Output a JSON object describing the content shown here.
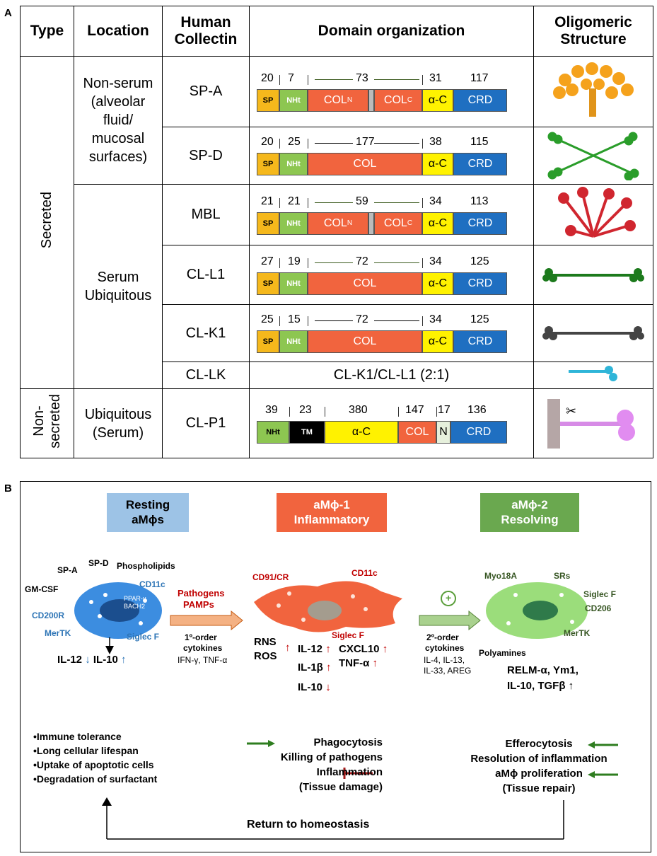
{
  "panel_a": {
    "label": "A"
  },
  "panel_b": {
    "label": "B"
  },
  "table": {
    "headers": {
      "type": "Type",
      "location": "Location",
      "human_collectin": "Human\nCollectin",
      "domain": "Domain organization",
      "oligomeric": "Oligomeric\nStructure"
    },
    "types": {
      "secreted": "Secreted",
      "non_secreted": "Non-\nsecreted"
    },
    "locations": {
      "non_serum": "Non-serum\n(alveolar\nfluid/\nmucosal\nsurfaces)",
      "serum_ubiquitous": "Serum\nUbiquitous",
      "ubiquitous_serum": "Ubiquitous\n(Serum)"
    },
    "rows": [
      {
        "name": "SP-A",
        "nums": [
          "20",
          "7",
          "73",
          "31",
          "117"
        ],
        "arrow": "green"
      },
      {
        "name": "SP-D",
        "nums": [
          "20",
          "25",
          "177",
          "38",
          "115"
        ],
        "arrow": "black"
      },
      {
        "name": "MBL",
        "nums": [
          "21",
          "21",
          "59",
          "34",
          "113"
        ],
        "arrow": "green"
      },
      {
        "name": "CL-L1",
        "nums": [
          "27",
          "19",
          "72",
          "34",
          "125"
        ],
        "arrow": "green"
      },
      {
        "name": "CL-K1",
        "nums": [
          "25",
          "15",
          "72",
          "34",
          "125"
        ],
        "arrow": "black"
      },
      {
        "name": "CL-LK",
        "text": "CL-K1/CL-L1 (2:1)"
      },
      {
        "name": "CL-P1",
        "nums": [
          "39",
          "23",
          "380",
          "147",
          "17",
          "136"
        ]
      }
    ],
    "domain_labels": {
      "sp": "SP",
      "nht": "NHt",
      "col": "COL",
      "col_n": "COLN",
      "col_c": "COLC",
      "alpha_c": "α-C",
      "crd": "CRD",
      "tm": "TM",
      "n": "N"
    }
  },
  "states": {
    "resting": {
      "line1": "Resting",
      "line2": "aMϕs"
    },
    "amphi1": {
      "line1": "aMϕ-1",
      "line2": "Inflammatory"
    },
    "amphi2": {
      "line1": "aMϕ-2",
      "line2": "Resolving"
    }
  },
  "resting_cell": {
    "sp_a": "SP-A",
    "sp_d": "SP-D",
    "phospholipids": "Phospholipids",
    "gm_csf": "GM-CSF",
    "cd11c": "CD11c",
    "cd200r": "CD200R",
    "mertk": "MerTK",
    "siglec_f": "Siglec F",
    "ppar": "PPAR-γ",
    "bach2": "BACH2",
    "il12": "IL-12",
    "il12_arrow": "↓",
    "il10": "IL-10",
    "il10_arrow": "↑"
  },
  "transition1": {
    "pathogens": "Pathogens",
    "pamps": "PAMPs",
    "cytokines1": "1º-order",
    "cytokines2": "cytokines",
    "list": "IFN-γ, TNF-α"
  },
  "amphi1_cell": {
    "cd91": "CD91/CR",
    "cd11c": "CD11c",
    "siglec_f": "Siglec F",
    "rns": "RNS",
    "ros": "ROS",
    "ros_arrow": "↑",
    "il12": "IL-12",
    "il1b": "IL-1β",
    "il10": "IL-10",
    "cxcl10": "CXCL10",
    "tnfa": "TNF-α",
    "up": "↑",
    "down": "↓"
  },
  "transition2": {
    "plus": "+",
    "cytokines1": "2º-order",
    "cytokines2": "cytokines",
    "list1": "IL-4, IL-13,",
    "list2": "IL-33, AREG"
  },
  "amphi2_cell": {
    "myo18a": "Myo18A",
    "srs": "SRs",
    "siglec_f": "Siglec F",
    "cd206": "CD206",
    "mertk": "MerTK",
    "polyamines": "Polyamines",
    "relm": "RELM-α, Ym1,",
    "il10_tgf": "IL-10, TGFβ ↑"
  },
  "resting_functions": [
    "•Immune tolerance",
    "•Long cellular lifespan",
    "•Uptake of apoptotic cells",
    "•Degradation of surfactant"
  ],
  "inflam_functions": [
    "Phagocytosis",
    "Killing of pathogens",
    "Inflammation",
    "(Tissue damage)"
  ],
  "resolving_functions": [
    "Efferocytosis",
    "Resolution of inflammation",
    "aMϕ proliferation",
    "(Tissue repair)"
  ],
  "return_label": "Return to homeostasis",
  "colors": {
    "sp": "#f5b81c",
    "nht": "#8dc651",
    "col": "#f1643e",
    "alpha_c": "#fff200",
    "crd": "#1f6fc1",
    "tm": "#000000",
    "n": "#e6f0dc",
    "resting_bg": "#9dc3e6",
    "amphi1_bg": "#f1643e",
    "amphi2_bg": "#6aa84f"
  }
}
